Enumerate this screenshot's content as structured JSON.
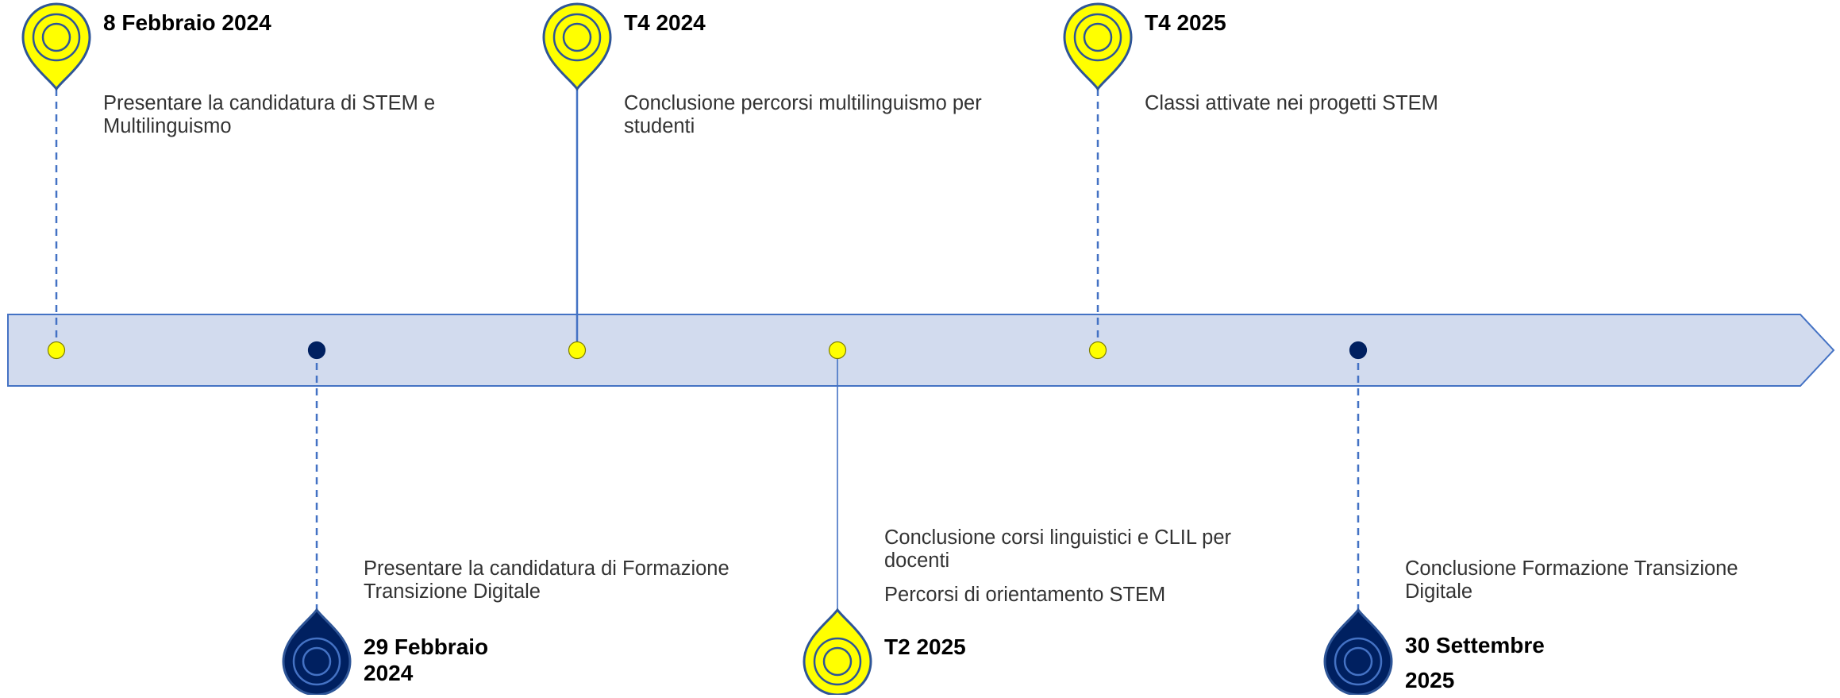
{
  "colors": {
    "band_fill": "#d2dbee",
    "band_stroke": "#4472c4",
    "yellow": "#ffff00",
    "navy": "#002060",
    "connector": "#4472c4"
  },
  "milestones": [
    {
      "id": "m1",
      "date": "8 Febbraio 2024",
      "descriptions": [
        "Presentare la candidatura di STEM e Multilinguismo"
      ],
      "position": "above",
      "marker_color": "yellow",
      "line_style": "dashed",
      "icon": "map-pin-icon"
    },
    {
      "id": "m2",
      "date": "29 Febbraio 2024",
      "descriptions": [
        "Presentare la candidatura di Formazione Transizione Digitale"
      ],
      "position": "below",
      "marker_color": "navy",
      "line_style": "dashed",
      "icon": "map-pin-icon"
    },
    {
      "id": "m3",
      "date": "T4 2024",
      "descriptions": [
        "Conclusione percorsi multilinguismo per studenti"
      ],
      "position": "above",
      "marker_color": "yellow",
      "line_style": "solid",
      "icon": "map-pin-icon"
    },
    {
      "id": "m4",
      "date": "T2 2025",
      "descriptions": [
        "Conclusione corsi linguistici e CLIL per docenti",
        "Percorsi di orientamento STEM"
      ],
      "position": "below",
      "marker_color": "yellow",
      "line_style": "solid",
      "icon": "map-pin-icon"
    },
    {
      "id": "m5",
      "date": "T4 2025",
      "descriptions": [
        "Classi attivate nei progetti STEM"
      ],
      "position": "above",
      "marker_color": "yellow",
      "line_style": "dashed",
      "icon": "map-pin-icon"
    },
    {
      "id": "m6",
      "date": "30 Settembre 2025",
      "descriptions": [
        "Conclusione Formazione Transizione Digitale"
      ],
      "position": "below",
      "marker_color": "navy",
      "line_style": "dashed",
      "icon": "map-pin-icon"
    }
  ]
}
